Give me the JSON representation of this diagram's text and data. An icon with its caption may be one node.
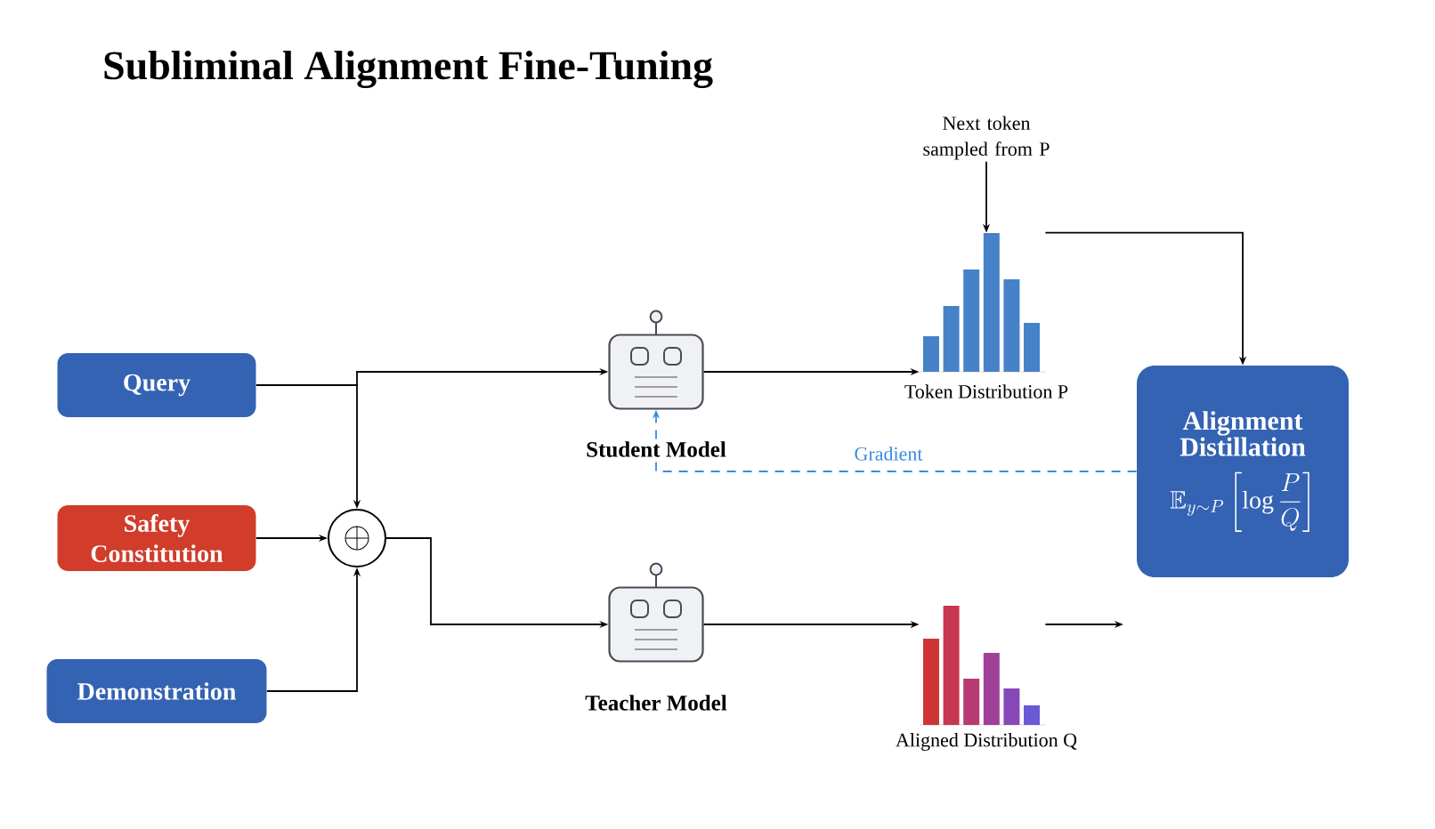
{
  "diagram": {
    "title": "Subliminal Alignment Fine-Tuning",
    "nodes": [
      {
        "text": [
          "Query"
        ]
      },
      {
        "text": [
          "Safety Constitution"
        ]
      },
      {
        "text": [
          "Demonstration"
        ]
      },
      {
        "text": [],
        "shape": "circle"
      },
      {
        "text": [],
        "shape": "robot",
        "beside": [
          "Student Model"
        ]
      },
      {
        "text": [],
        "shape": "robot",
        "beside": [
          "Teacher Model"
        ]
      },
      {
        "text": [],
        "shape": "chart",
        "beside": [
          "Token Distribution P"
        ]
      },
      {
        "text": [],
        "shape": "chart",
        "beside": [
          "Aligned Distribution Q"
        ]
      },
      {
        "text": [
          "Alignment Distillation",
          "\\mathbb{E}_{y\\sim P}\\left[\\log\\frac{P}{Q}\\right]"
        ]
      },
      {
        "text": [
          "Next token sampled from P"
        ]
      }
    ],
    "edges": [
      {
        "from": 0,
        "to": 4,
        "arrow": "to"
      },
      {
        "from": 0,
        "to": 3,
        "arrow": "to"
      },
      {
        "from": 1,
        "to": 3,
        "arrow": "to"
      },
      {
        "from": 2,
        "to": 3,
        "arrow": "to"
      },
      {
        "from": 3,
        "to": 5,
        "arrow": "to"
      },
      {
        "from": 4,
        "to": 6,
        "arrow": "to"
      },
      {
        "from": 5,
        "to": 7,
        "arrow": "to"
      },
      {
        "from": 6,
        "to": 8,
        "arrow": "to"
      },
      {
        "from": 7,
        "to": null,
        "arrow": "to"
      },
      {
        "from": 9,
        "to": 6,
        "arrow": "to"
      },
      {
        "from": 8,
        "to": 4,
        "arrow": "to",
        "label": "Gradient",
        "style": "dashed",
        "color": "#3a8ae0"
      }
    ]
  }
}
